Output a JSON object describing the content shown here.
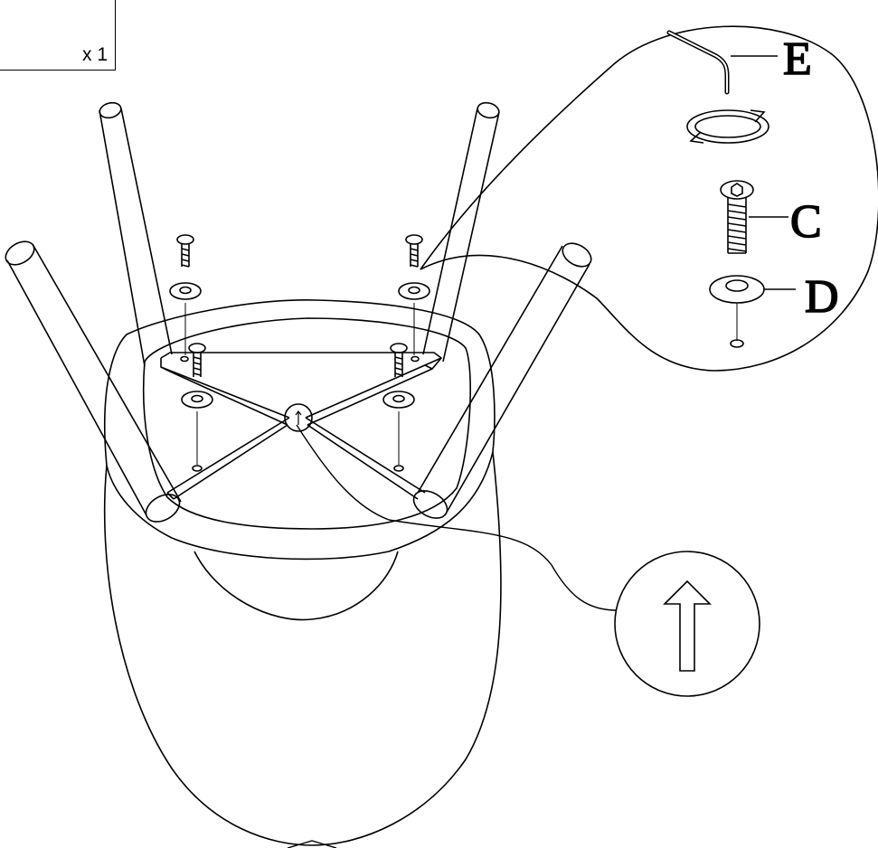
{
  "quantity_label": "x 1",
  "labels": {
    "allen_key": "E",
    "screw": "C",
    "washer": "D"
  },
  "colors": {
    "line": "#000000",
    "background": "#ffffff"
  }
}
